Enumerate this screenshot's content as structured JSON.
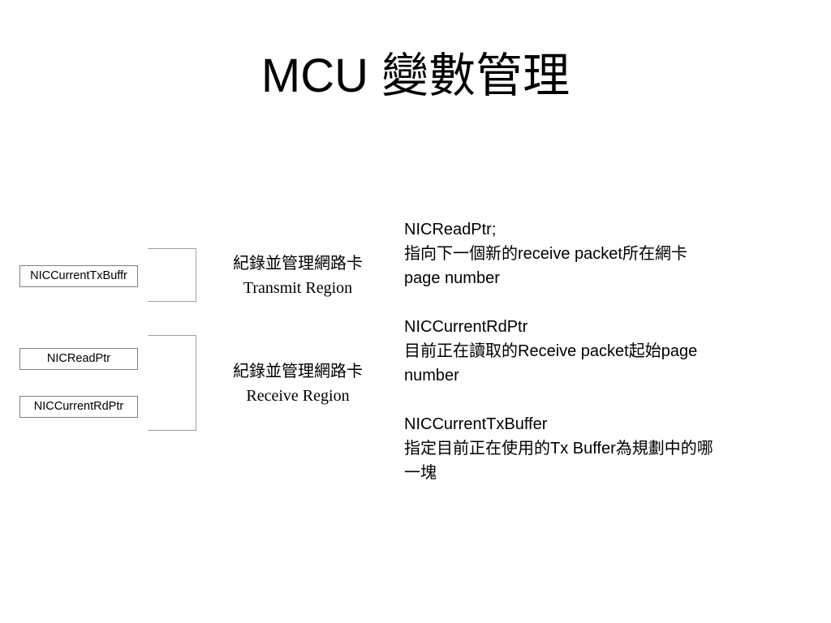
{
  "slide": {
    "title": "MCU 變數管理"
  },
  "variables": {
    "tx_buffer_box": "NICCurrentTxBuffr",
    "read_ptr_box": "NICReadPtr",
    "rd_ptr_box": "NICCurrentRdPtr"
  },
  "regions": {
    "transmit": {
      "line1": "紀錄並管理網路卡",
      "line2": "Transmit Region"
    },
    "receive": {
      "line1": "紀錄並管理網路卡",
      "line2": "Receive Region"
    }
  },
  "descriptions": {
    "read_ptr": {
      "name": "NICReadPtr;",
      "line1": "指向下一個新的receive packet所在網卡",
      "line2": "page number"
    },
    "rd_ptr": {
      "name": "NICCurrentRdPtr",
      "line1": "目前正在讀取的Receive packet起始page",
      "line2": "number"
    },
    "tx_buffer": {
      "name": "NICCurrentTxBuffer",
      "line1": "指定目前正在使用的Tx Buffer為規劃中的哪",
      "line2": "一塊"
    }
  }
}
